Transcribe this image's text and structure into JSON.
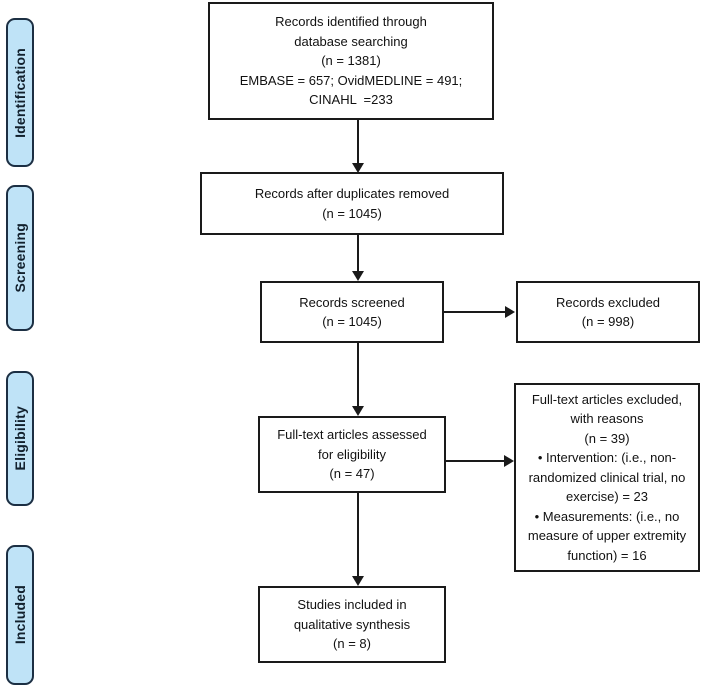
{
  "diagram": {
    "type": "prisma-flow-diagram",
    "stages": [
      {
        "id": "identification",
        "label": "Identification"
      },
      {
        "id": "screening",
        "label": "Screening"
      },
      {
        "id": "eligibility",
        "label": "Eligibility"
      },
      {
        "id": "included",
        "label": "Included"
      }
    ],
    "boxes": {
      "records_identified": {
        "lines": [
          "Records identified through",
          "database searching",
          "(n = 1381)",
          "EMBASE = 657; OvidMEDLINE = 491;",
          "CINAHL  =233"
        ]
      },
      "records_after_duplicates": {
        "lines": [
          "Records after duplicates removed",
          "(n = 1045)"
        ]
      },
      "records_screened": {
        "lines": [
          "Records screened",
          "(n = 1045)"
        ]
      },
      "records_excluded": {
        "lines": [
          "Records excluded",
          "(n = 998)"
        ]
      },
      "fulltext_assessed": {
        "lines": [
          "Full-text articles assessed",
          "for eligibility",
          "(n = 47)"
        ]
      },
      "fulltext_excluded": {
        "lines": [
          "Full-text articles excluded,",
          "with reasons",
          "(n = 39)",
          "• Intervention: (i.e., non-randomized clinical trial, no exercise) = 23",
          "• Measurements: (i.e., no measure of upper extremity function) = 16"
        ]
      },
      "studies_included": {
        "lines": [
          "Studies included in",
          "qualitative synthesis",
          "(n = 8)"
        ]
      }
    },
    "colors": {
      "stage_fill": "#bfe3f7",
      "stage_border": "#1c2f43",
      "box_border": "#1a1a1a",
      "box_fill": "#ffffff",
      "text": "#111111"
    }
  }
}
